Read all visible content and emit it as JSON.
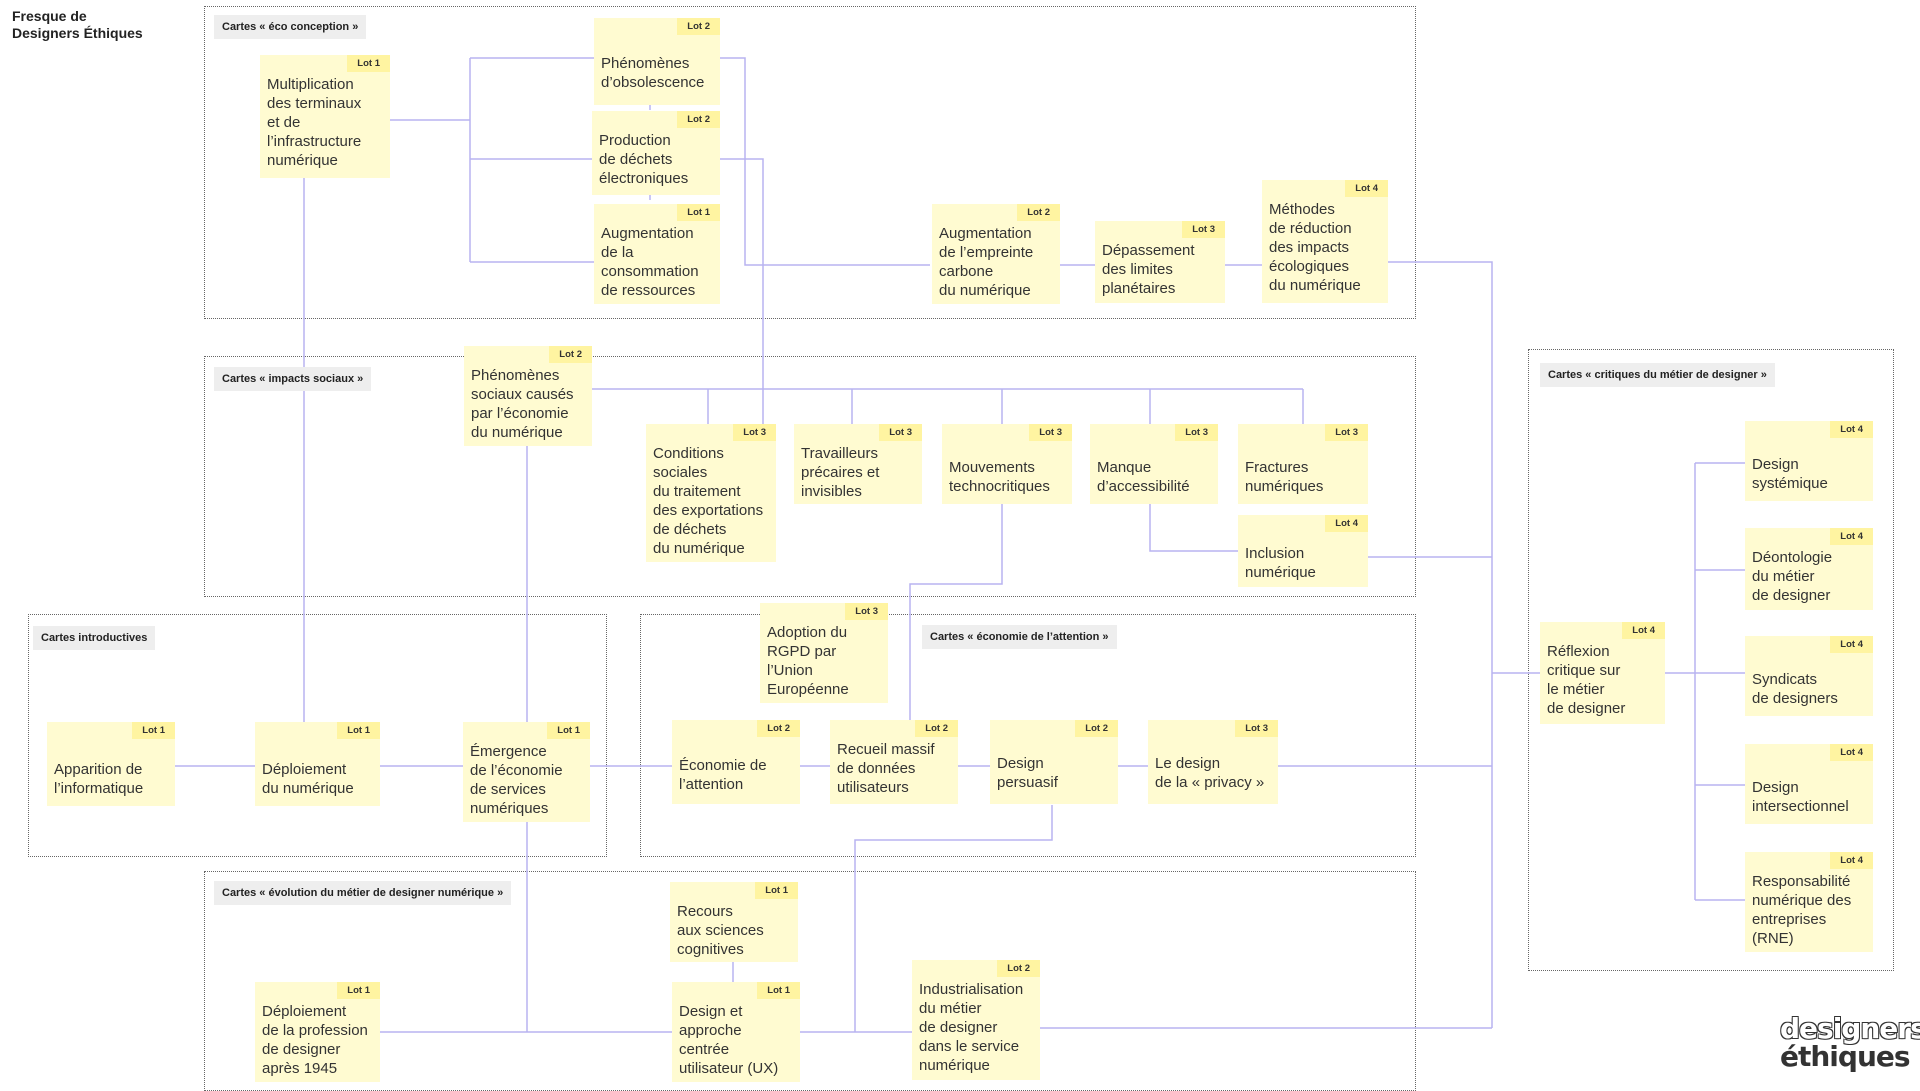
{
  "title": {
    "line1": "Fresque de",
    "line2": "Designers Éthiques"
  },
  "groups": {
    "eco": "Cartes « éco conception »",
    "social": "Cartes « impacts sociaux »",
    "intro": "Cartes introductives",
    "attention": "Cartes « économie de l’attention »",
    "evolution": "Cartes « évolution du métier de designer numérique »",
    "critique": "Cartes « critiques du métier de designer »"
  },
  "cards": {
    "multiplication": {
      "lot": "Lot 1",
      "text": "Multiplication\ndes terminaux\net de\nl’infrastructure\nnumérique"
    },
    "obsolescence": {
      "lot": "Lot 2",
      "text": "Phénomènes\nd’obsolescence"
    },
    "dechets": {
      "lot": "Lot 2",
      "text": "Production\nde déchets\nélectroniques"
    },
    "ressources": {
      "lot": "Lot 1",
      "text": "Augmentation\nde la\nconsommation\nde ressources"
    },
    "empreinte": {
      "lot": "Lot 2",
      "text": "Augmentation\nde l’empreinte\ncarbone\ndu numérique"
    },
    "limites": {
      "lot": "Lot 3",
      "text": "Dépassement\ndes limites\nplanétaires"
    },
    "methodes": {
      "lot": "Lot 4",
      "text": "Méthodes\nde réduction\ndes impacts\nécologiques\ndu numérique"
    },
    "phenomenes_sociaux": {
      "lot": "Lot 2",
      "text": "Phénomènes\nsociaux causés\npar l’économie\ndu numérique"
    },
    "conditions": {
      "lot": "Lot 3",
      "text": "Conditions\nsociales\ndu traitement\ndes exportations\nde déchets\ndu numérique"
    },
    "travailleurs": {
      "lot": "Lot 3",
      "text": "Travailleurs\nprécaires et\ninvisibles"
    },
    "mouvements": {
      "lot": "Lot 3",
      "text": "Mouvements\ntechnocritiques"
    },
    "accessibilite": {
      "lot": "Lot 3",
      "text": "Manque\nd’accessibilité"
    },
    "fractures": {
      "lot": "Lot 3",
      "text": "Fractures\nnumériques"
    },
    "inclusion": {
      "lot": "Lot 4",
      "text": "Inclusion\nnumérique"
    },
    "rgpd": {
      "lot": "Lot 3",
      "text": "Adoption du\nRGPD par\nl’Union\nEuropéenne"
    },
    "informatique": {
      "lot": "Lot 1",
      "text": "Apparition de\nl’informatique"
    },
    "deploiement_num": {
      "lot": "Lot 1",
      "text": "Déploiement\ndu numérique"
    },
    "emergence": {
      "lot": "Lot 1",
      "text": "Émergence\nde l’économie\nde services\nnumériques"
    },
    "economie_attention": {
      "lot": "Lot 2",
      "text": "Économie de\nl’attention"
    },
    "recueil": {
      "lot": "Lot 2",
      "text": "Recueil massif\nde données\nutilisateurs"
    },
    "persuasif": {
      "lot": "Lot 2",
      "text": "Design\npersuasif"
    },
    "privacy": {
      "lot": "Lot 3",
      "text": "Le design\nde la « privacy »"
    },
    "recours": {
      "lot": "Lot 1",
      "text": "Recours\naux sciences\ncognitives"
    },
    "deploiement_prof": {
      "lot": "Lot 1",
      "text": "Déploiement\nde la profession\nde designer\naprès 1945"
    },
    "ux": {
      "lot": "Lot 1",
      "text": "Design et\napproche\ncentrée\nutilisateur (UX)"
    },
    "industrialisation": {
      "lot": "Lot 2",
      "text": "Industrialisation\ndu métier\nde designer\ndans le service\nnumérique"
    },
    "reflexion": {
      "lot": "Lot 4",
      "text": "Réflexion\ncritique sur\nle métier\nde designer"
    },
    "systemique": {
      "lot": "Lot 4",
      "text": "Design\nsystémique"
    },
    "deontologie": {
      "lot": "Lot 4",
      "text": "Déontologie\ndu métier\nde designer"
    },
    "syndicats": {
      "lot": "Lot 4",
      "text": "Syndicats\nde designers"
    },
    "intersectionnel": {
      "lot": "Lot 4",
      "text": "Design\nintersectionnel"
    },
    "rne": {
      "lot": "Lot 4",
      "text": "Responsabilité\nnumérique des\nentreprises\n(RNE)"
    }
  },
  "logo": {
    "line1": "designers",
    "line2": "éthiques"
  },
  "colors": {
    "card": "#fffbd1",
    "lot_tag": "#fff4a1",
    "connector": "#b8b4f0"
  }
}
